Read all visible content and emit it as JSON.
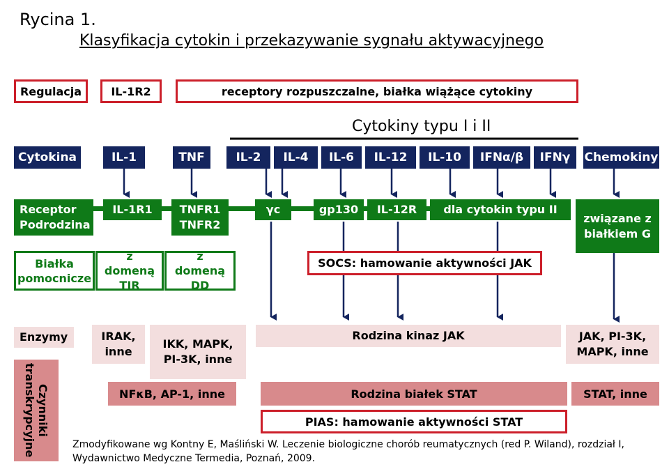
{
  "title": {
    "figure": "Rycina 1.",
    "subtitle": "Klasyfikacja cytokin i przekazywanie sygnału aktywacyjnego"
  },
  "regulation": {
    "label": "Regulacja",
    "il1r2": "IL-1R2",
    "soluble": "receptory rozpuszczalne, białka wiążące cytokiny"
  },
  "type_header": "Cytokiny typu I i II",
  "cytokines": {
    "label": "Cytokina",
    "il1": "IL-1",
    "tnf": "TNF",
    "il2": "IL-2",
    "il4": "IL-4",
    "il6": "IL-6",
    "il12": "IL-12",
    "il10": "IL-10",
    "ifnab": "IFNα/β",
    "ifng": "IFNγ",
    "chemokines": "Chemokiny"
  },
  "receptors": {
    "label": "Receptor Podrodzina",
    "il1r1": "IL-1R1",
    "tnfr": "TNFR1 TNFR2",
    "gc": "γc",
    "gp130": "gp130",
    "il12r": "IL-12R",
    "type2": "dla cytokin typu II",
    "gprotein": "związane z białkiem G"
  },
  "helpers": {
    "label": "Białka pomocnicze",
    "tir": "z domeną TIR",
    "dd": "z domeną DD"
  },
  "socs": "SOCS: hamowanie aktywności JAK",
  "enzymes": {
    "label": "Enzymy",
    "irak": "IRAK, inne",
    "ikk": "IKK, MAPK, PI-3K, inne",
    "jak_family": "Rodzina kinaz JAK",
    "jak_other": "JAK, PI-3K, MAPK, inne"
  },
  "transcription": {
    "label": "Czynniki transkrypcyjne",
    "nfkb": "NFκB, AP-1, inne",
    "stat_family": "Rodzina białek STAT",
    "stat_other": "STAT, inne"
  },
  "pias": "PIAS: hamowanie aktywności STAT",
  "footnote": {
    "line1": "Zmodyfikowane wg Kontny E, Maśliński W. Leczenie biologiczne chorób reumatycznych (red P. Wiland), rozdział I,",
    "line2": "Wydawnictwo Medyczne Termedia, Poznań, 2009."
  },
  "colors": {
    "navy": "#14255e",
    "green": "#0f7a18",
    "red_border": "#cc1f2a",
    "pink": "#f3dede",
    "rose": "#d88a8c"
  }
}
